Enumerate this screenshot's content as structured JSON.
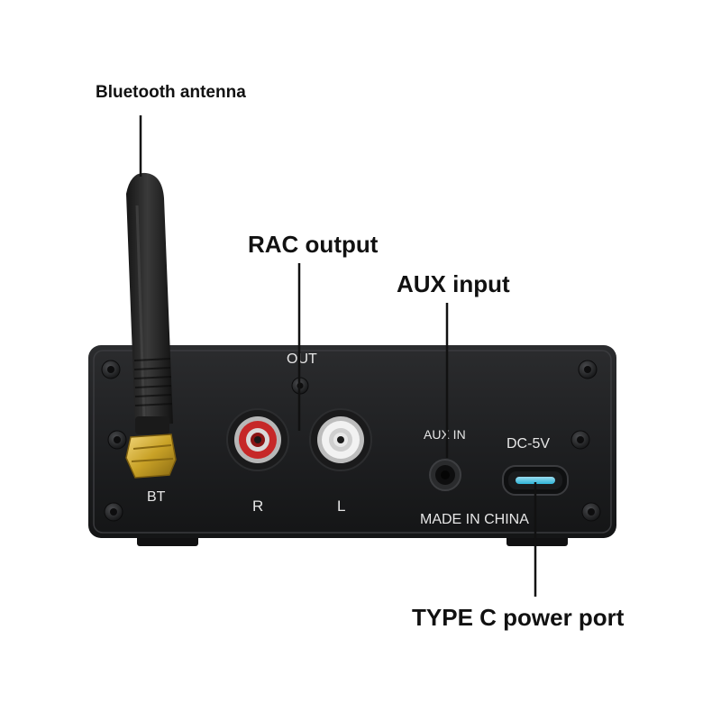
{
  "callouts": {
    "bluetooth_antenna": "Bluetooth antenna",
    "rac_output": "RAC output",
    "aux_input": "AUX input",
    "type_c_power_port": "TYPE C power port"
  },
  "panel_labels": {
    "bt": "BT",
    "out": "OUT",
    "right": "R",
    "left": "L",
    "aux_in": "AUX IN",
    "dc_5v": "DC-5V",
    "made_in_china": "MADE IN CHINA"
  },
  "colors": {
    "background": "#ffffff",
    "chassis": "#1e1f21",
    "panel_text": "#e6e6e6",
    "rca_right_ring": "#c62828",
    "rca_left_ring": "#f2f2f2",
    "antenna_connector": "#c9a227",
    "usb_c_glow": "#2fb5d8"
  }
}
